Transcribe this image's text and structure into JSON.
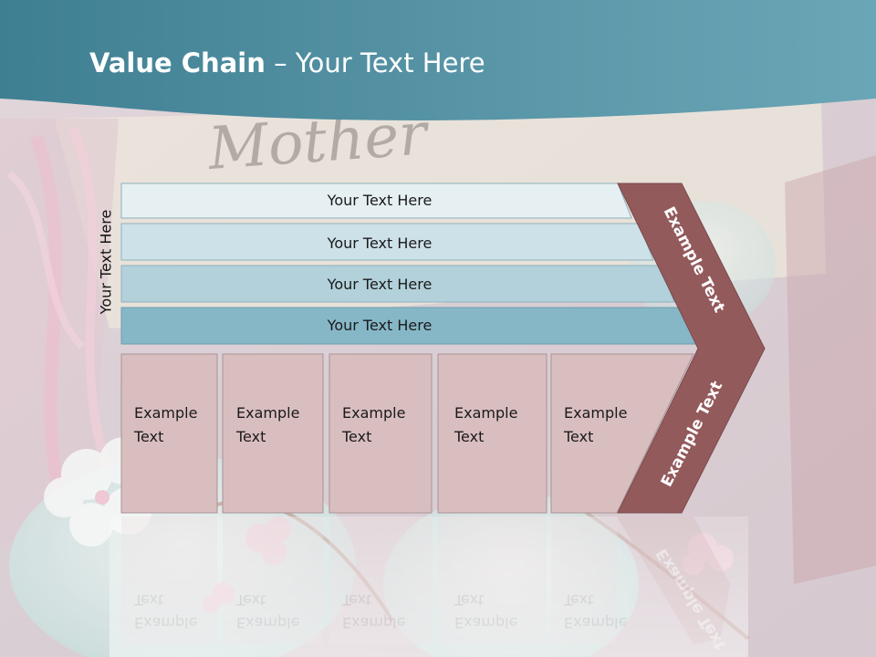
{
  "slide": {
    "title_bold": "Value Chain",
    "title_rest": " – Your Text Here",
    "vertical_label": "Your Text Here",
    "bg_word": "Mother",
    "rows": [
      {
        "label": "Your Text Here"
      },
      {
        "label": "Your Text Here"
      },
      {
        "label": "Your Text Here"
      },
      {
        "label": "Your Text Here"
      }
    ],
    "columns": [
      {
        "line1": "Example",
        "line2": "Text"
      },
      {
        "line1": "Example",
        "line2": "Text"
      },
      {
        "line1": "Example",
        "line2": "Text"
      },
      {
        "line1": "Example",
        "line2": "Text"
      },
      {
        "line1": "Example",
        "line2": "Text"
      }
    ],
    "chevron_top_label": "Example Text",
    "chevron_bottom_label": "Example Text"
  },
  "colors": {
    "header": "#4f8fa0",
    "row1": "#e6f0f3",
    "row2": "#cde1e8",
    "row3": "#b2d1db",
    "row4": "#86b7c7",
    "column": "#d9bec0",
    "chevron": "#935a5c"
  }
}
